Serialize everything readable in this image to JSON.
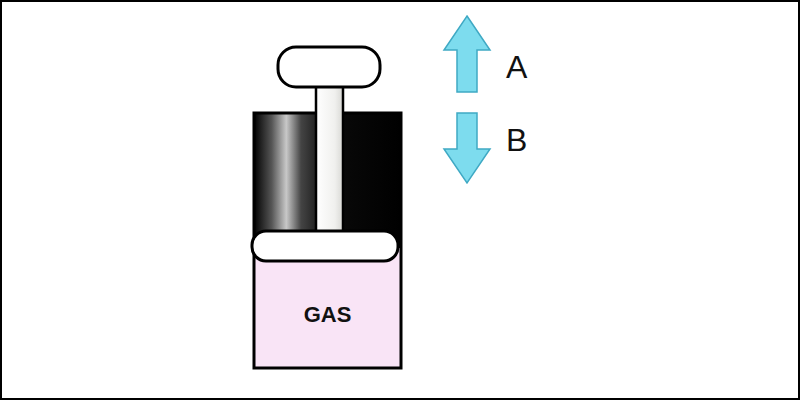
{
  "diagram": {
    "nodes": [
      {
        "text": [
          "GAS"
        ]
      }
    ],
    "labels": [
      "A",
      "B"
    ]
  }
}
